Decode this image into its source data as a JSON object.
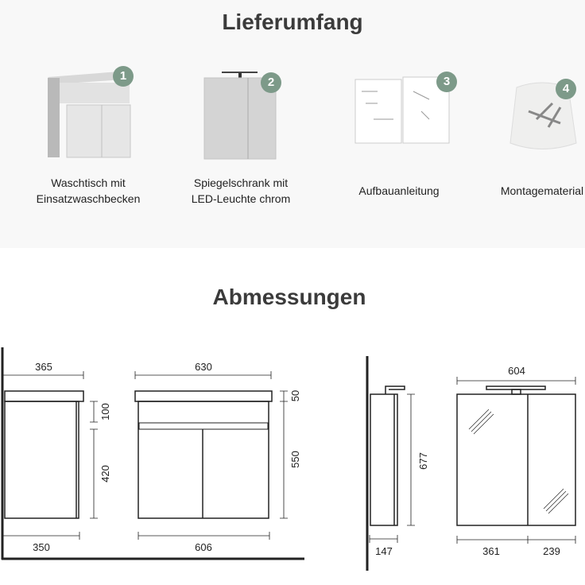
{
  "scope": {
    "title": "Lieferumfang",
    "items": [
      {
        "number": "1",
        "line1": "Waschtisch mit",
        "line2": "Einsatzwaschbecken"
      },
      {
        "number": "2",
        "line1": "Spiegelschrank mit",
        "line2": "LED-Leuchte chrom"
      },
      {
        "number": "3",
        "line1": "Aufbauanleitung"
      },
      {
        "number": "4",
        "line1": "Montagematerial"
      }
    ]
  },
  "dimensions": {
    "title": "Abmessungen",
    "vanity_side": {
      "depth_top": "365",
      "drawer_height": "100",
      "door_height": "420",
      "depth_body": "350"
    },
    "vanity_front": {
      "width_top": "630",
      "top_height": "50",
      "body_height": "550",
      "width_body": "606"
    },
    "cabinet_side": {
      "height": "677",
      "depth": "147"
    },
    "cabinet_front": {
      "width": "604",
      "left_door": "361",
      "right_door": "239"
    }
  },
  "colors": {
    "badge": "#7d9a89",
    "background_top": "#f8f8f8"
  }
}
